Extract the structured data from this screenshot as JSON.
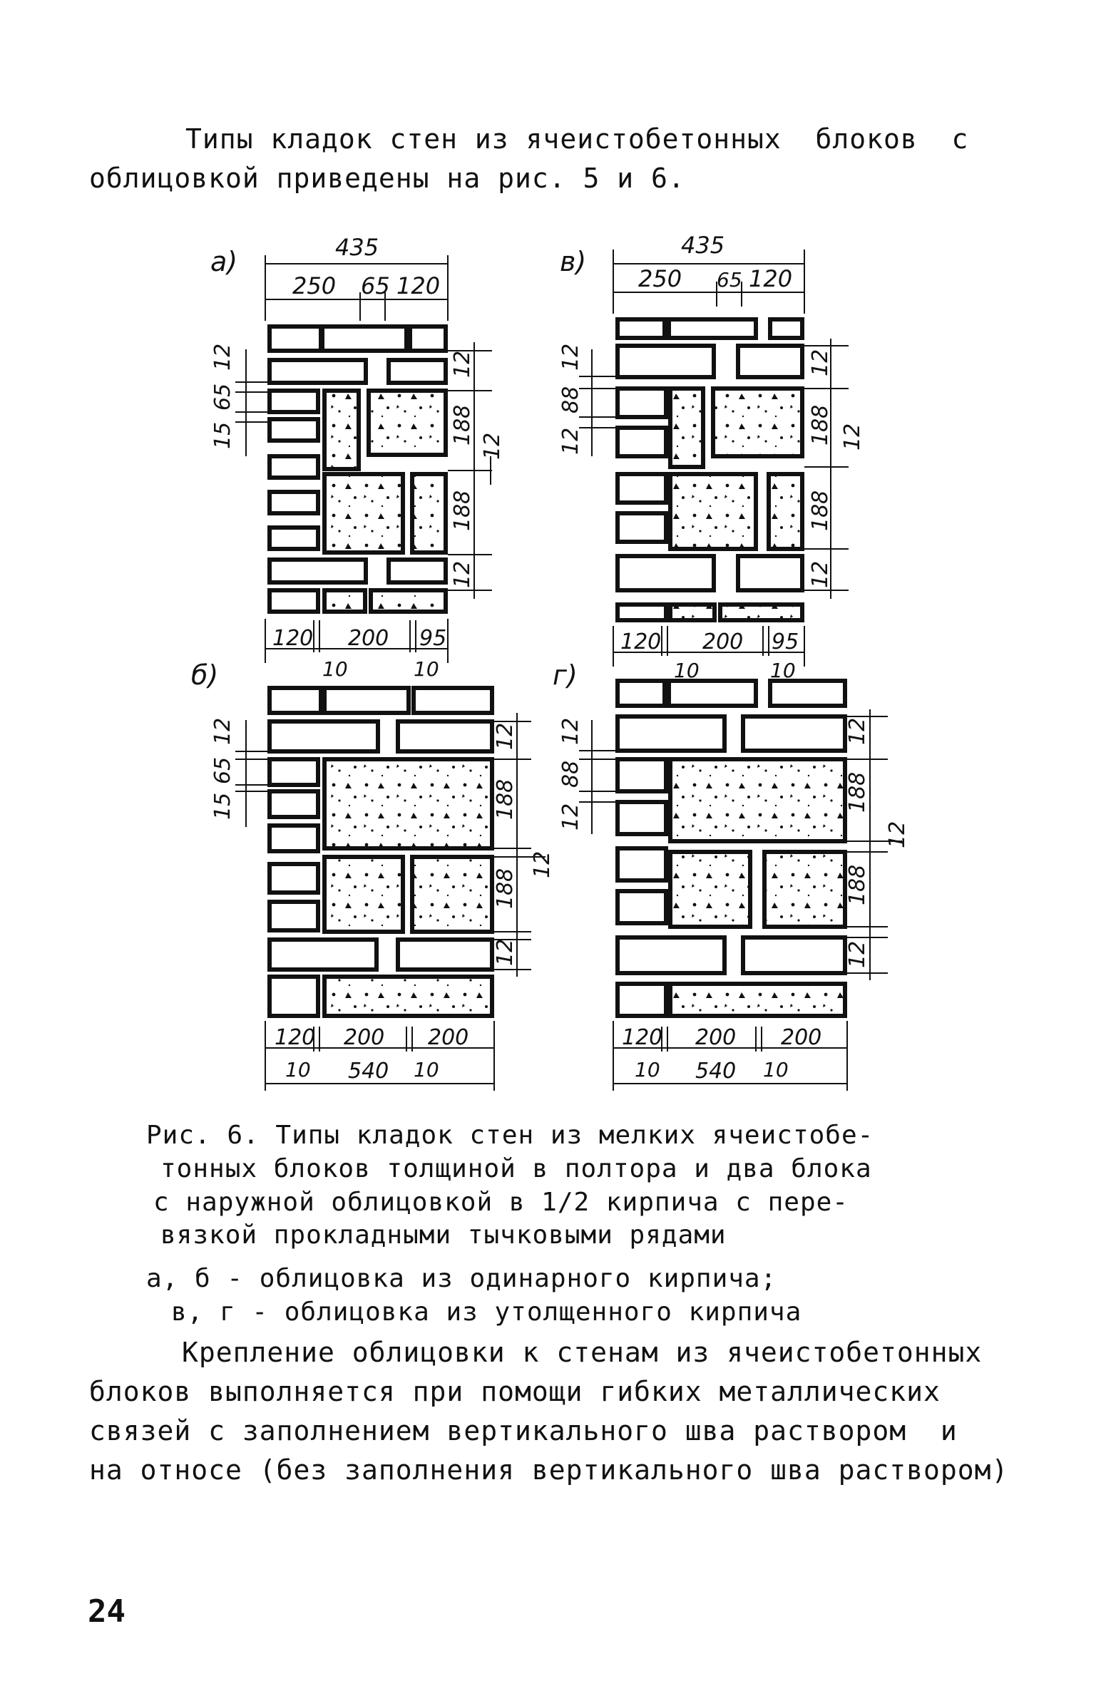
{
  "intro": {
    "lines": [
      "Типы кладок стен из ячеистобетонных  блоков  с",
      "облицовкой приведены на рис. 5 и 6."
    ]
  },
  "figure": {
    "panels": [
      {
        "letter": "а)",
        "top_dims": {
          "total": "435",
          "parts": [
            "250",
            "65",
            "120"
          ]
        },
        "left_dims": [
          "12",
          "65",
          "15"
        ],
        "right_dims": [
          "12",
          "188",
          "12",
          "188",
          "12"
        ],
        "bottom_dims": [
          "120",
          "200",
          "95"
        ],
        "bottom_joints": [
          "10",
          "10"
        ]
      },
      {
        "letter": "в)",
        "top_dims": {
          "total": "435",
          "parts": [
            "250",
            "65",
            "120"
          ]
        },
        "left_dims": [
          "12",
          "88",
          "12"
        ],
        "right_dims": [
          "12",
          "188",
          "12",
          "188",
          "12"
        ],
        "bottom_dims": [
          "120",
          "200",
          "95"
        ],
        "bottom_joints": [
          "10",
          "10"
        ]
      },
      {
        "letter": "б)",
        "left_dims": [
          "12",
          "65",
          "15"
        ],
        "right_dims": [
          "12",
          "188",
          "12",
          "188",
          "12"
        ],
        "bottom_dims": [
          "120",
          "200",
          "200"
        ],
        "bottom_total": "540",
        "bottom_joints": [
          "10",
          "10"
        ]
      },
      {
        "letter": "г)",
        "left_dims": [
          "12",
          "88",
          "12"
        ],
        "right_dims": [
          "12",
          "188",
          "12",
          "188",
          "12"
        ],
        "bottom_dims": [
          "120",
          "200",
          "200"
        ],
        "bottom_total": "540",
        "bottom_joints": [
          "10",
          "10"
        ]
      }
    ]
  },
  "caption": {
    "lines": [
      "Рис. 6. Типы кладок стен из мелких ячеистобе-",
      "тонных блоков толщиной в полтора и два блока",
      "с наружной облицовкой в 1/2 кирпича с пере-",
      "вязкой прокладными тычковыми рядами",
      "а, б - облицовка из одинарного кирпича;",
      "в, г - облицовка из утолщенного кирпича"
    ]
  },
  "body_text": {
    "lines": [
      "Крепление облицовки к стенам из ячеистобетонных",
      "блоков выполняется при помощи гибких металлических",
      "связей с заполнением вертикального шва раствором  и",
      "на относе (без заполнения вертикального шва раствором)"
    ]
  },
  "page_number": "24"
}
